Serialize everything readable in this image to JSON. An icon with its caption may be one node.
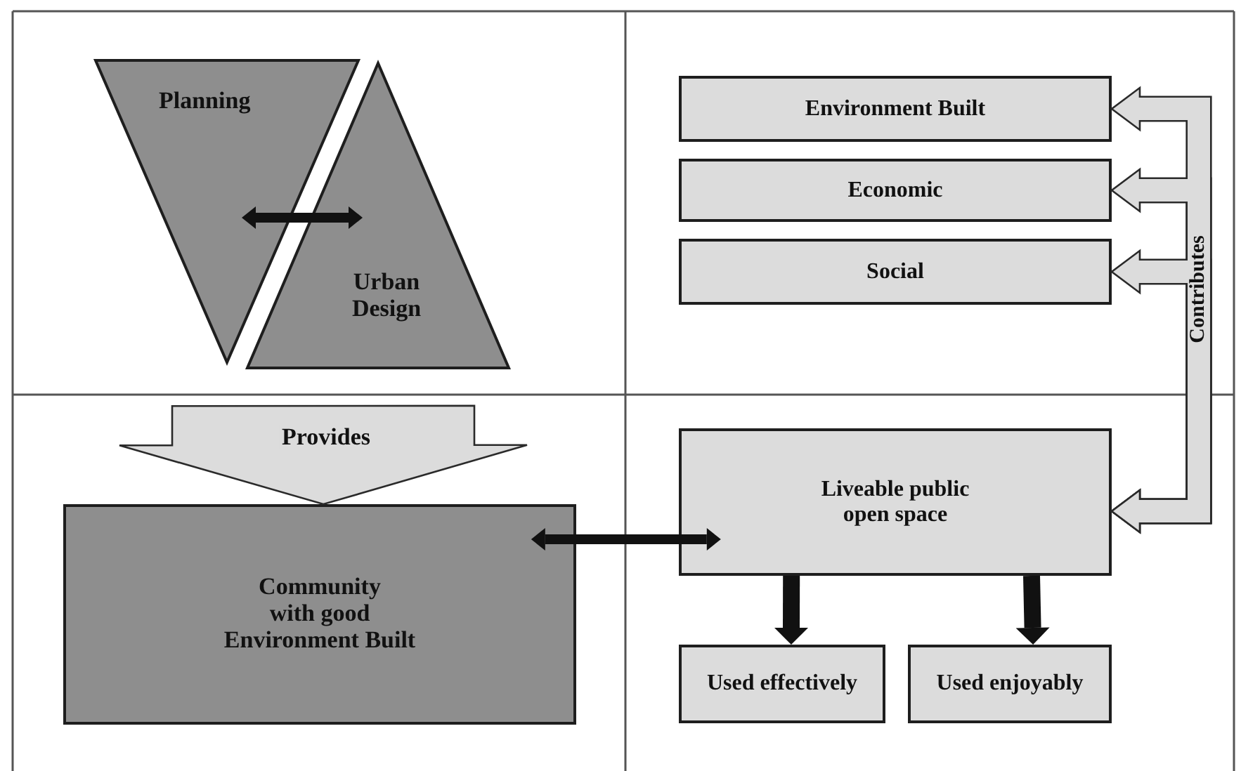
{
  "diagram": {
    "nodes": [
      {
        "text": [
          "Planning"
        ]
      },
      {
        "text": [
          "Urban Design"
        ]
      },
      {
        "text": [
          "Environment Built"
        ]
      },
      {
        "text": [
          "Economic"
        ]
      },
      {
        "text": [
          "Social"
        ]
      },
      {
        "text": [
          "Liveable public open space"
        ]
      },
      {
        "text": [
          "Community with good Environment Built"
        ]
      },
      {
        "text": [
          "Used effectively"
        ]
      },
      {
        "text": [
          "Used enjoyably"
        ]
      }
    ],
    "edges": [
      {
        "from": 0,
        "to": 1,
        "arrow": "both"
      },
      {
        "from": 6,
        "to": 5,
        "arrow": "both"
      },
      {
        "from": 5,
        "to": 7,
        "arrow": "to"
      },
      {
        "from": 5,
        "to": 8,
        "arrow": "to"
      },
      {
        "from": null,
        "to": 6,
        "arrow": "to",
        "label": "Provides",
        "style": "thick",
        "color": "#dcdcdc"
      },
      {
        "from": 5,
        "to": 2,
        "arrow": "both",
        "label": "Contributes",
        "color": "#dcdcdc"
      },
      {
        "from": 5,
        "to": 3,
        "arrow": "both",
        "color": "#dcdcdc"
      },
      {
        "from": 5,
        "to": 4,
        "arrow": "both",
        "color": "#dcdcdc"
      }
    ]
  }
}
